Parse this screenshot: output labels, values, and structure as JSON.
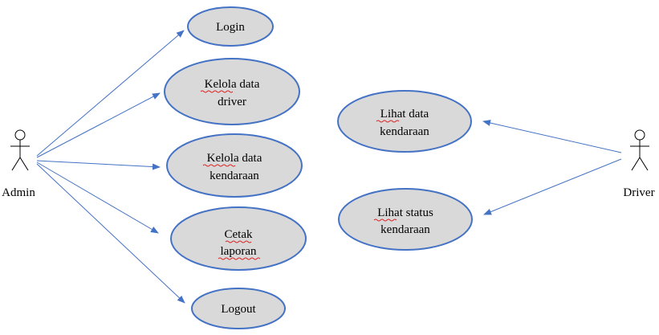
{
  "actors": {
    "admin": {
      "label": "Admin"
    },
    "driver": {
      "label": "Driver"
    }
  },
  "use_cases": {
    "login": [
      "Login"
    ],
    "kelola_driver": [
      "Kelola data",
      "driver"
    ],
    "kelola_kendaraan": [
      "Kelola data",
      "kendaraan"
    ],
    "cetak_laporan": [
      "Cetak",
      "laporan"
    ],
    "logout": [
      "Logout"
    ],
    "lihat_kendaraan": [
      "Lihat data",
      "kendaraan"
    ],
    "lihat_status": [
      "Lihat status",
      "kendaraan"
    ]
  },
  "colors": {
    "ellipse_fill": "#d9d9d9",
    "ellipse_stroke": "#4472c4",
    "arrow": "#4472c4",
    "actor_stroke": "#000000"
  }
}
